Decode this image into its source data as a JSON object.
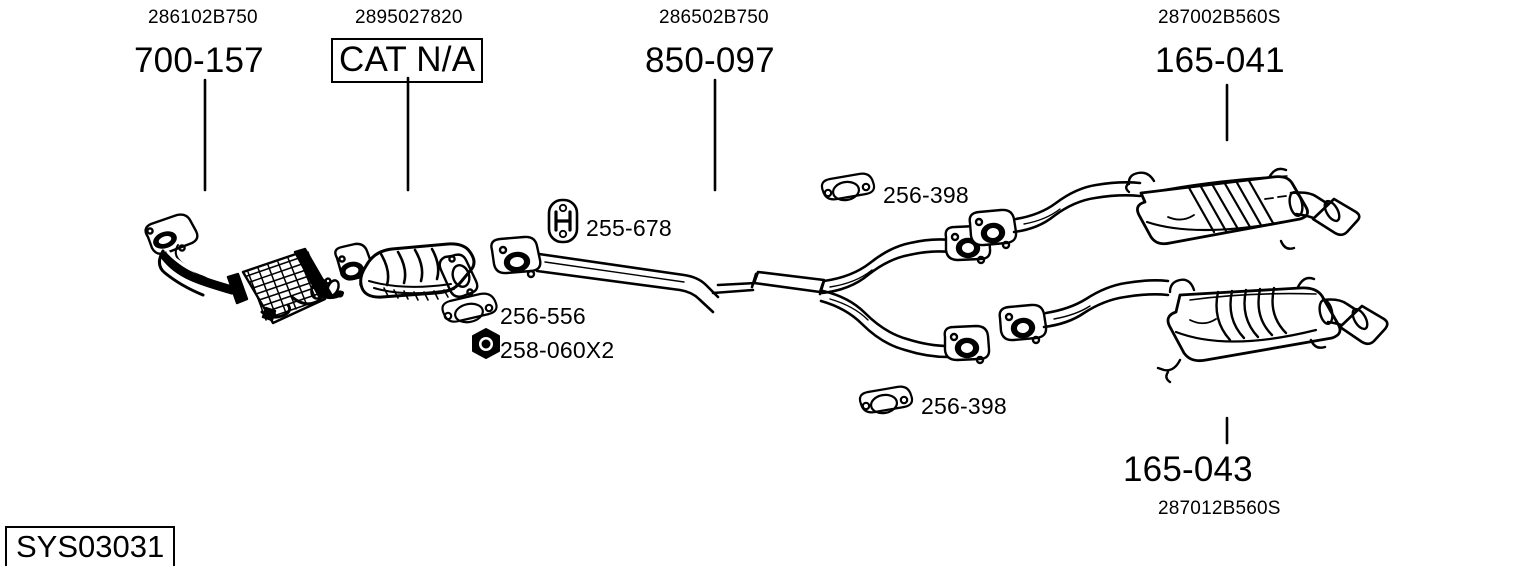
{
  "diagram": {
    "type": "exhaust-system-parts-diagram",
    "system_id": "SYS03031",
    "callouts": [
      {
        "id": "front-pipe",
        "oem": "286102B750",
        "part": "700-157",
        "boxed": false
      },
      {
        "id": "catalytic",
        "oem": "2895027820",
        "part": "CAT N/A",
        "boxed": true
      },
      {
        "id": "center-pipe",
        "oem": "286502B750",
        "part": "850-097",
        "boxed": false
      },
      {
        "id": "rear-silencer-l",
        "oem": "287002B560S",
        "part": "165-041",
        "boxed": false
      },
      {
        "id": "rear-silencer-r",
        "oem": "287012B560S",
        "part": "165-043",
        "boxed": false
      }
    ],
    "accessories": [
      {
        "id": "rubber-hanger",
        "label": "255-678",
        "icon": "hanger-h-icon"
      },
      {
        "id": "gasket-upper",
        "label": "256-556",
        "icon": "gasket-oval-icon"
      },
      {
        "id": "nut-pair",
        "label": "258-060X2",
        "icon": "hex-nut-icon"
      },
      {
        "id": "gasket-right-up",
        "label": "256-398",
        "icon": "gasket-oval-icon"
      },
      {
        "id": "gasket-right-lo",
        "label": "256-398",
        "icon": "gasket-oval-icon"
      }
    ],
    "colors": {
      "ink": "#000000",
      "paper": "#ffffff"
    }
  }
}
